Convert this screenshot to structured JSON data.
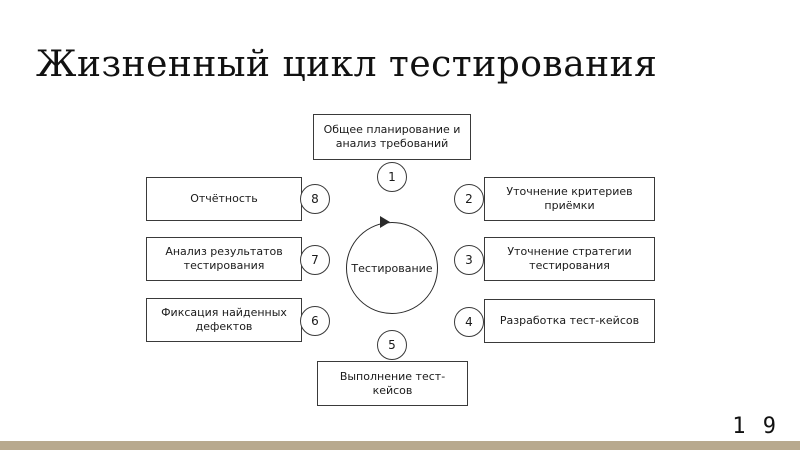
{
  "title": "Жизненный цикл тестирования",
  "center_label": "Тестирование",
  "steps": [
    {
      "number": "1",
      "label": "Общее планирование и анализ требований"
    },
    {
      "number": "2",
      "label": "Уточнение критериев приёмки"
    },
    {
      "number": "3",
      "label": "Уточнение стратегии тестирования"
    },
    {
      "number": "4",
      "label": "Разработка тест-кейсов"
    },
    {
      "number": "5",
      "label": "Выполнение тест-кейсов"
    },
    {
      "number": "6",
      "label": "Фиксация найденных дефектов"
    },
    {
      "number": "7",
      "label": "Анализ результатов тестирования"
    },
    {
      "number": "8",
      "label": "Отчётность"
    }
  ],
  "page_number": "1 9"
}
